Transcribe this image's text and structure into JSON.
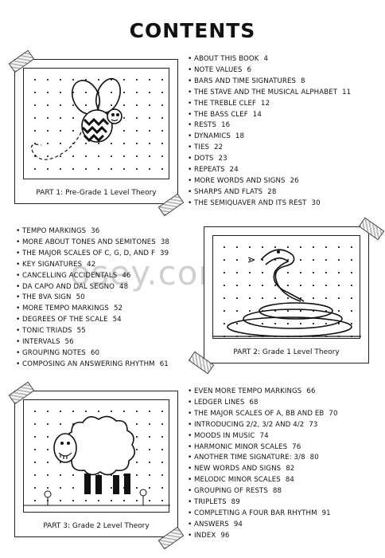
{
  "title": "CONTENTS",
  "watermark": "osey.com/shop",
  "parts": [
    {
      "caption": "PART 1: Pre-Grade 1 Level Theory"
    },
    {
      "caption": "PART 2: Grade 1 Level Theory"
    },
    {
      "caption": "PART 3: Grade 2 Level Theory"
    }
  ],
  "icons": [
    "bee-illustration",
    "snake-illustration",
    "sheep-illustration"
  ],
  "toc1": [
    {
      "label": "About this book",
      "page": "4"
    },
    {
      "label": "Note values",
      "page": "6"
    },
    {
      "label": "Bars and time signatures",
      "page": "8"
    },
    {
      "label": "The stave and the musical alphabet",
      "page": "11"
    },
    {
      "label": "The treble clef",
      "page": "12"
    },
    {
      "label": "The bass clef",
      "page": "14"
    },
    {
      "label": "Rests",
      "page": "16"
    },
    {
      "label": "Dynamics",
      "page": "18"
    },
    {
      "label": "Ties",
      "page": "22"
    },
    {
      "label": "Dots",
      "page": "23"
    },
    {
      "label": "Repeats",
      "page": "24"
    },
    {
      "label": "More words and signs",
      "page": "26"
    },
    {
      "label": "Sharps and flats",
      "page": "28"
    },
    {
      "label": "The semiquaver and its rest",
      "page": "30"
    }
  ],
  "toc2": [
    {
      "label": "Tempo markings",
      "page": "36"
    },
    {
      "label": "More about tones and semitones",
      "page": "38"
    },
    {
      "label": "The major scales of C, G, D, and F",
      "page": "39"
    },
    {
      "label": "Key signatures",
      "page": "42"
    },
    {
      "label": "Cancelling accidentals",
      "page": "46"
    },
    {
      "label": "Da capo and dal segno",
      "page": "48"
    },
    {
      "label": "The 8va sign",
      "page": "50"
    },
    {
      "label": "More tempo markings",
      "page": "52"
    },
    {
      "label": "Degrees of the scale",
      "page": "54"
    },
    {
      "label": "Tonic triads",
      "page": "55"
    },
    {
      "label": "Intervals",
      "page": "56"
    },
    {
      "label": "Grouping notes",
      "page": "60"
    },
    {
      "label": "Composing an answering rhythm",
      "page": "61"
    }
  ],
  "toc3": [
    {
      "label": "Even more tempo markings",
      "page": "66"
    },
    {
      "label": "Ledger lines",
      "page": "68"
    },
    {
      "label": "The major scales of A, Bb and Eb",
      "page": "70"
    },
    {
      "label": "Introducing 2/2, 3/2 and 4/2",
      "page": "73"
    },
    {
      "label": "Moods in music",
      "page": "74"
    },
    {
      "label": "Harmonic minor scales",
      "page": "76"
    },
    {
      "label": "Another time signature: 3/8",
      "page": "80"
    },
    {
      "label": "New words and signs",
      "page": "82"
    },
    {
      "label": "Melodic minor scales",
      "page": "84"
    },
    {
      "label": "Grouping of rests",
      "page": "88"
    },
    {
      "label": "Triplets",
      "page": "89"
    },
    {
      "label": "Completing a four bar rhythm",
      "page": "91"
    },
    {
      "label": "Answers",
      "page": "94"
    },
    {
      "label": "Index",
      "page": "96"
    }
  ]
}
